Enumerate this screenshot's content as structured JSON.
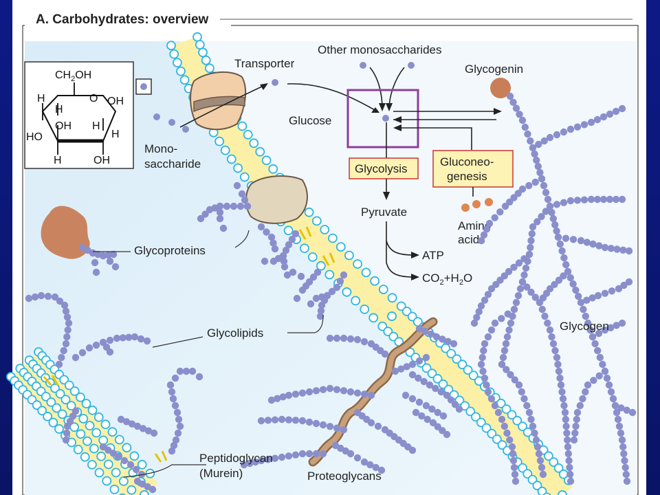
{
  "title": "A. Carbohydrates: overview",
  "labels": {
    "other_monosaccharides": "Other monosaccharides",
    "transporter": "Transporter",
    "glycogenin": "Glycogenin",
    "glucose": "Glucose",
    "mono": "Mono-",
    "saccharide": "saccharide",
    "glycolysis": "Glycolysis",
    "gluconeo": "Gluconeo-",
    "genesis": "genesis",
    "pyruvate": "Pyruvate",
    "amino": "Amino",
    "acids": "acids",
    "atp": "ATP",
    "co2_part1": "CO",
    "co2_sub": "2",
    "co2_part2": "+H",
    "h2o_sub": "2",
    "h2o_part3": "O",
    "glycoproteins": "Glycoproteins",
    "glycolipids": "Glycolipids",
    "glycogen": "Glycogen",
    "peptidoglycan": "Peptidoglycan",
    "murein": "(Murein)",
    "proteoglycans": "Proteoglycans"
  },
  "structure": {
    "ch2oh_a": "CH",
    "ch2oh_sub": "2",
    "ch2oh_b": "OH",
    "o_ring": "O",
    "oh_right": "OH",
    "h1": "H",
    "h2": "H",
    "oh_mid": "OH",
    "h3": "H",
    "h4": "H",
    "ho_left": "HO",
    "h5": "H",
    "oh_bottom": "OH"
  },
  "colors": {
    "background": "#0b1470",
    "cytoplasm": "#e6f2fb",
    "membrane": "#fbf0a6",
    "lipid_head": "#2fb6e3",
    "sugar_bead": "#8a8fcc",
    "brown_protein": "#c9845f",
    "pathway_box_border": "#cc3333",
    "pathway_box_fill": "#fdf3b5",
    "glucose_highlight": "#8e3e9a",
    "glycogenin": "#c97e57",
    "amino_acid": "#e0874f"
  }
}
